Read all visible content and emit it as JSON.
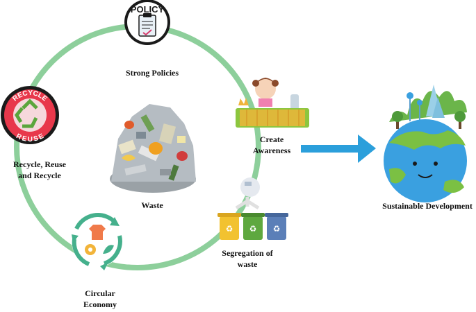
{
  "diagram": {
    "center_label": "Waste",
    "cycle_nodes": [
      {
        "id": "policies",
        "label": "Strong Policies",
        "badge_text": "POLICY",
        "icon": "clipboard-icon"
      },
      {
        "id": "awareness",
        "label_lines": [
          "Create",
          "Awareness"
        ],
        "icon": "girl-with-recycling-bin-icon"
      },
      {
        "id": "segregation",
        "label_lines": [
          "Segregation of",
          "waste"
        ],
        "icon": "sorting-bins-icon"
      },
      {
        "id": "circular",
        "label_lines": [
          "Circular",
          "Economy"
        ],
        "icon": "circular-arrows-icon"
      },
      {
        "id": "recycle",
        "label_lines": [
          "Recycle, Reuse",
          "and Recycle"
        ],
        "badge_text_top": "RECYCLE",
        "badge_text_bottom": "REUSE",
        "icon": "recycle-badge-icon"
      }
    ],
    "outcome": {
      "label": "Sustainable Development",
      "icon": "green-earth-icon"
    },
    "colors": {
      "cycle_ring": "#8dcf9b",
      "arrow": "#2b9fdb",
      "badge_red": "#e8384b",
      "earth_blue": "#3aa0e0",
      "earth_green": "#7bc043"
    }
  }
}
